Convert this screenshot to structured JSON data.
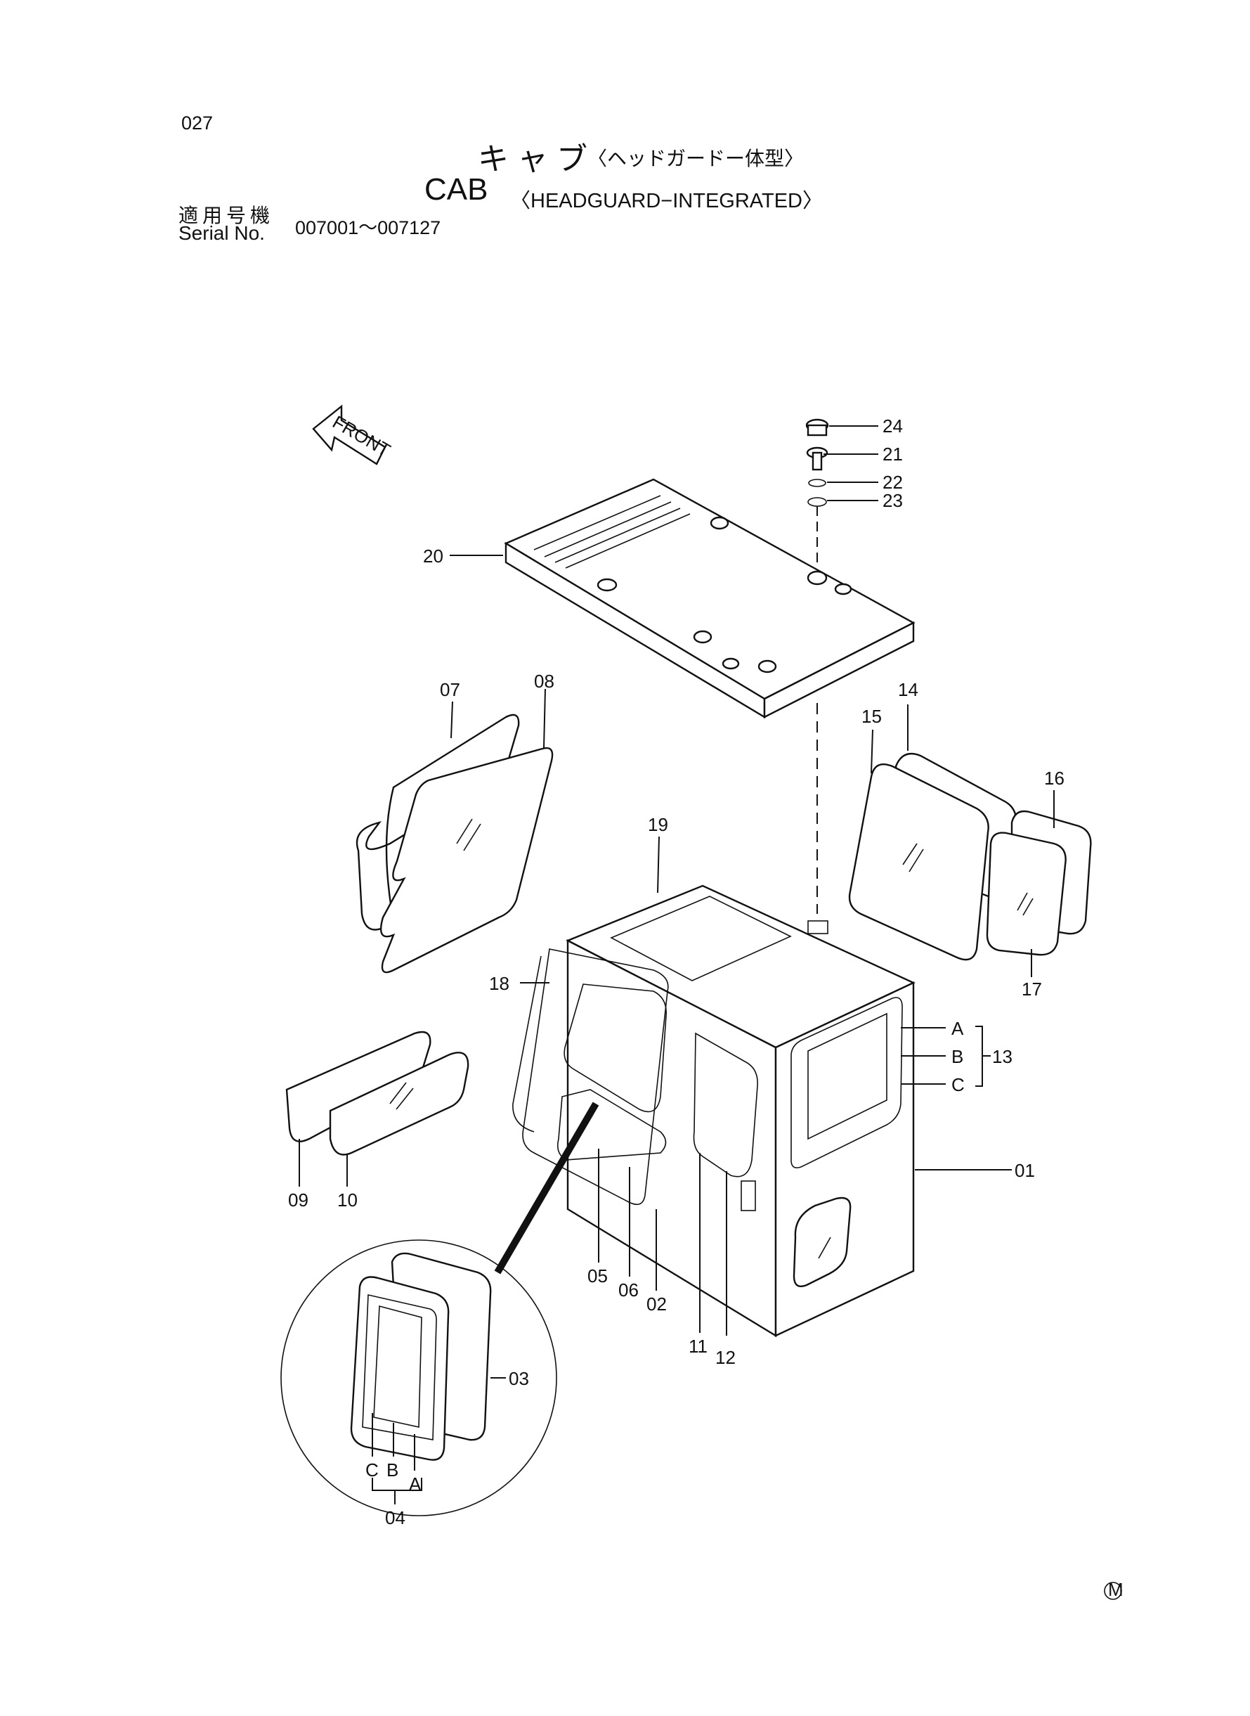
{
  "header": {
    "page_number": "027",
    "title_jp_main": "キャブ",
    "title_jp_sub": "〈ヘッドガードー体型〉",
    "title_en_main": "CAB",
    "title_en_sub": "〈HEADGUARD−INTEGRATED〉",
    "serial_label_jp": "適用号機",
    "serial_label_en": "Serial No.",
    "serial_range": "007001～007127"
  },
  "diagram": {
    "front_arrow_label": "FRONT",
    "callouts": [
      "24",
      "21",
      "22",
      "23",
      "20",
      "07",
      "08",
      "14",
      "15",
      "16",
      "19",
      "17",
      "18",
      "A",
      "B",
      "13",
      "C",
      "01",
      "09",
      "10",
      "05",
      "06",
      "02",
      "11",
      "12",
      "03",
      "C",
      "B",
      "A",
      "04"
    ],
    "footer_mark": "M"
  }
}
